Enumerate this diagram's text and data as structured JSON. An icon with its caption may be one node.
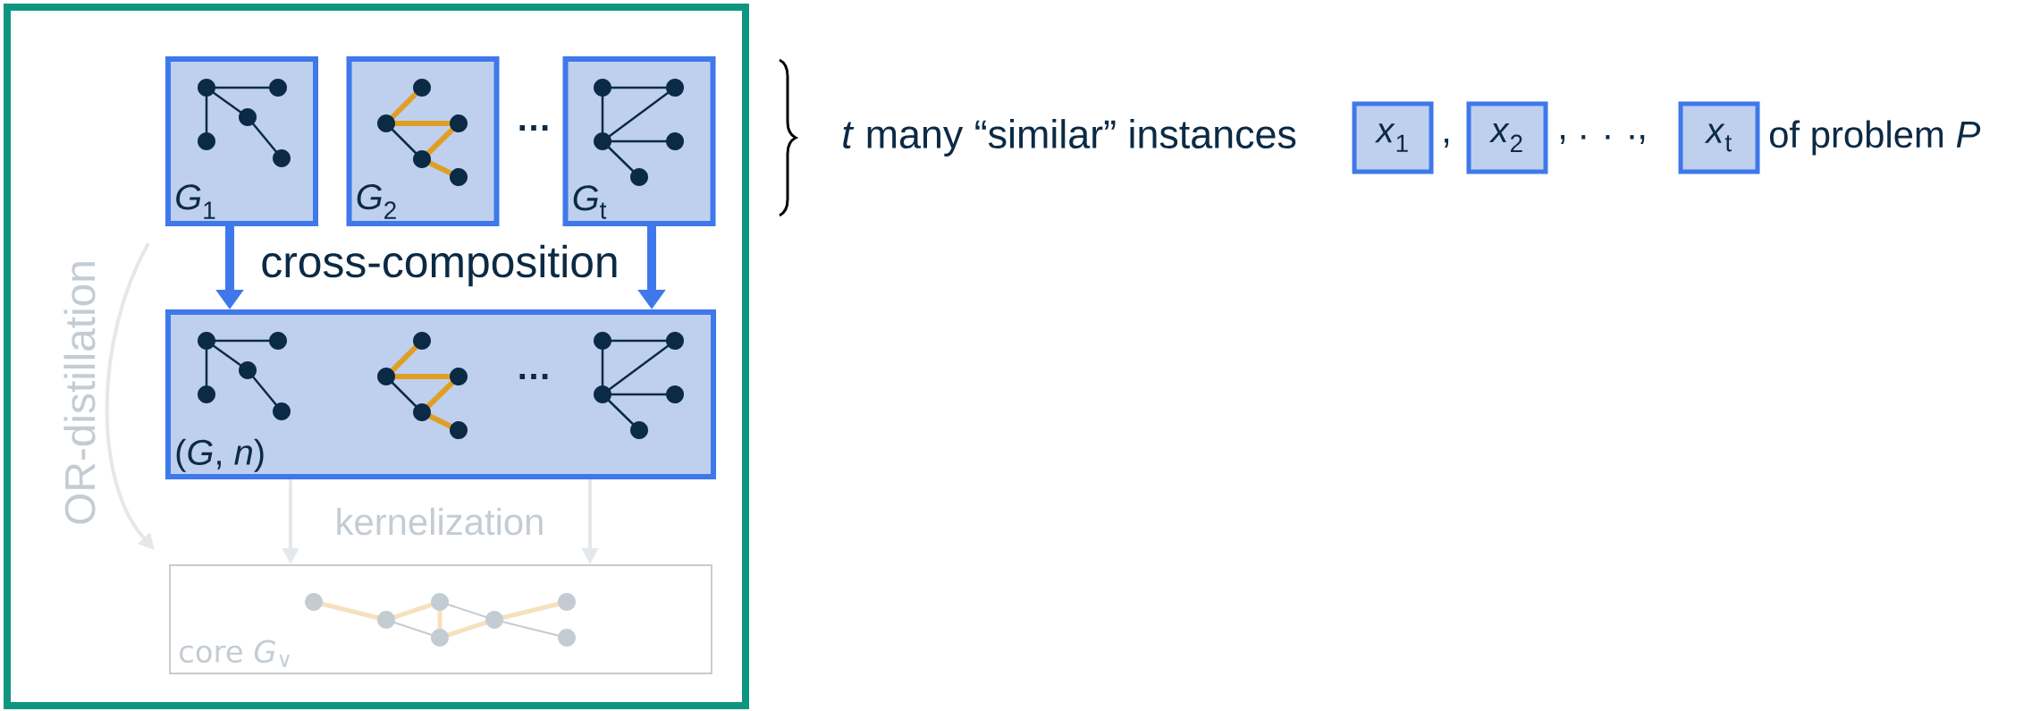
{
  "diagram": {
    "nodes": [
      {
        "text": [
          "*G*$_{1}$"
        ]
      },
      {
        "text": [
          "*G*$_{2}$"
        ]
      },
      {
        "text": [
          "*G*$_{t}$"
        ]
      },
      {
        "text": [
          "(*G*, *n*)"
        ]
      },
      {
        "text": [
          "core *G*$_{∨}$"
        ]
      },
      {
        "text": [
          "*x*$_{1}$"
        ]
      },
      {
        "text": [
          "*x*$_{2}$"
        ]
      },
      {
        "text": [
          "*x*$_{t}$"
        ]
      }
    ],
    "edges": [
      {
        "from": 0,
        "to": 3,
        "arrow": "to",
        "style": "thick",
        "color": "#3f78ea"
      },
      {
        "from": 2,
        "to": 3,
        "arrow": "to",
        "style": "thick",
        "color": "#3f78ea"
      },
      {
        "from": 3,
        "to": 4,
        "arrow": "to",
        "color": "#e4e8eb"
      },
      {
        "from": 3,
        "to": 4,
        "arrow": "to",
        "color": "#e4e8eb"
      },
      {
        "from": 0,
        "to": 4,
        "arrow": "to",
        "label": "OR-distillation",
        "color": "#e4e8eb"
      }
    ],
    "labels": [
      "…",
      "cross-composition",
      "…",
      "kernelization",
      "*t* many “similar” instances",
      ",",
      ", . . .,",
      "of problem *P*"
    ]
  }
}
